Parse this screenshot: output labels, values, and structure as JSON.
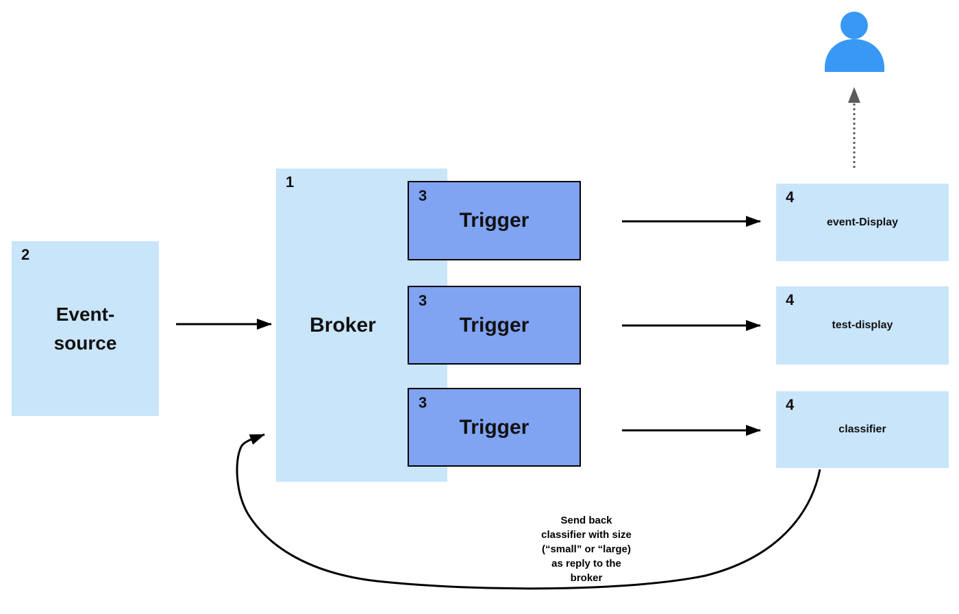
{
  "diagram": {
    "title": "broker-trigger-eventing-flow",
    "colors": {
      "light_blue": "#c9e5fa",
      "trigger_blue": "#80a3f2",
      "person_blue": "#3898f4",
      "arrow_black": "#000000",
      "dotted_gray": "#5c5c5c"
    },
    "event_source": {
      "number": "2",
      "label": "Event-source"
    },
    "broker": {
      "number": "1",
      "label": "Broker"
    },
    "triggers": [
      {
        "number": "3",
        "label": "Trigger"
      },
      {
        "number": "3",
        "label": "Trigger"
      },
      {
        "number": "3",
        "label": "Trigger"
      }
    ],
    "sinks": [
      {
        "number": "4",
        "label": "event-Display"
      },
      {
        "number": "4",
        "label": "test-display"
      },
      {
        "number": "4",
        "label": "classifier"
      }
    ],
    "person_icon": "user-icon",
    "feedback_note": "Send back\nclassifier with size\n(“small” or “large)\nas reply to the\nbroker"
  }
}
